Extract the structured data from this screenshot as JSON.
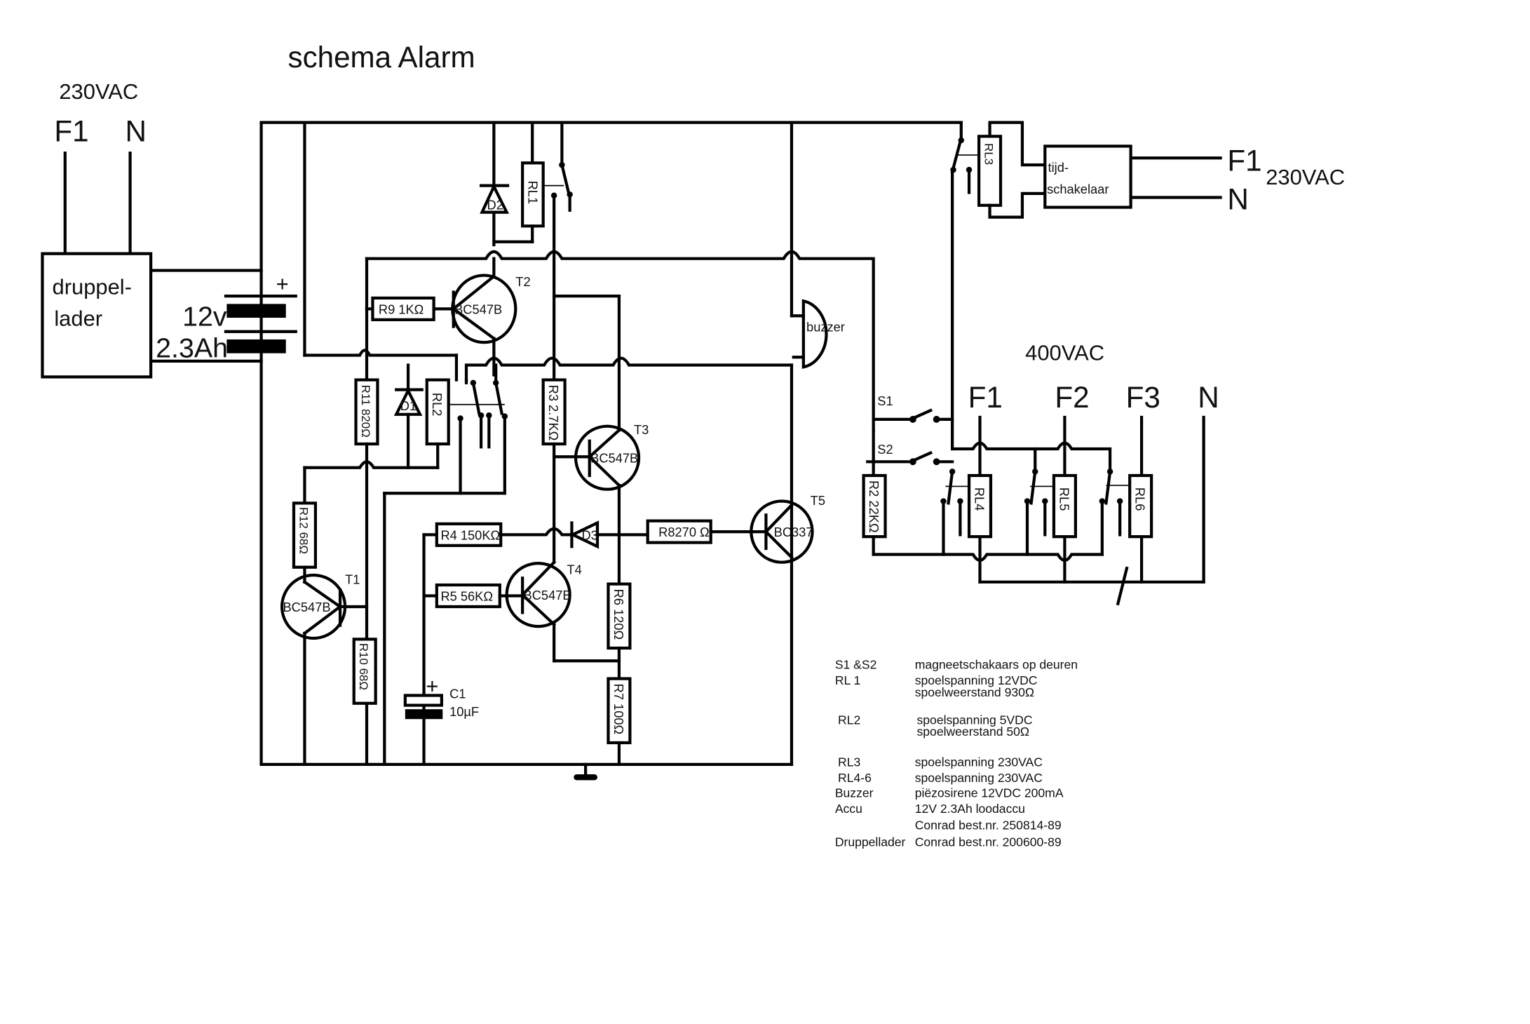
{
  "title": "schema Alarm",
  "mains_left": {
    "voltage": "230VAC",
    "phase": "F1",
    "neutral": "N"
  },
  "charger": {
    "line1": "druppel-",
    "line2": "lader"
  },
  "battery": {
    "voltage": "12v",
    "capacity": "2.3Ah",
    "plus": "+"
  },
  "components": {
    "T1": {
      "ref": "T1",
      "type": "BC547B"
    },
    "T2": {
      "ref": "T2",
      "type": "BC547B"
    },
    "T3": {
      "ref": "T3",
      "type": "BC547B"
    },
    "T4": {
      "ref": "T4",
      "type": "BC547B"
    },
    "T5": {
      "ref": "T5",
      "type": "BC337"
    },
    "D1": "D1",
    "D2": "D2",
    "D3": "D3",
    "R2": "R2 22KΩ",
    "R3": "R3 2.7KΩ",
    "R4": "R4 150KΩ",
    "R5": "R5 56KΩ",
    "R6": "R6 120Ω",
    "R7": "R7 100Ω",
    "R8": "R8270 Ω",
    "R9": "R9 1KΩ",
    "R10": "R10 68Ω",
    "R11": "R11 820Ω",
    "R12": "R12 68Ω",
    "RL1": "RL1",
    "RL2": "RL2",
    "RL3": "RL3",
    "RL4": "RL4",
    "RL5": "RL5",
    "RL6": "RL6",
    "C1": {
      "ref": "C1",
      "value": "10µF",
      "plus": "+"
    },
    "buzzer": "buzzer",
    "S1": "S1",
    "S2": "S2"
  },
  "timer": {
    "line1": "tijd-",
    "line2": "schakelaar"
  },
  "mains_right": {
    "phase": "F1",
    "neutral": "N",
    "voltage": "230VAC"
  },
  "three_phase": {
    "voltage": "400VAC",
    "phases": [
      "F1",
      "F2",
      "F3",
      "N"
    ]
  },
  "legend": [
    {
      "key": "S1 &S2",
      "lines": [
        "magneetschakaars op deuren"
      ]
    },
    {
      "key": "RL 1",
      "lines": [
        "spoelspanning 12VDC",
        "spoelweerstand 930Ω"
      ]
    },
    {
      "key": "RL2",
      "lines": [
        "spoelspanning  5VDC",
        "spoelweerstand 50Ω"
      ]
    },
    {
      "key": "RL3",
      "lines": [
        "spoelspanning  230VAC"
      ]
    },
    {
      "key": "RL4-6",
      "lines": [
        "spoelspanning  230VAC"
      ]
    },
    {
      "key": "Buzzer",
      "lines": [
        "piëzosirene 12VDC 200mA"
      ]
    },
    {
      "key": "Accu",
      "lines": [
        "12V 2.3Ah loodaccu",
        "Conrad best.nr. 250814-89"
      ]
    },
    {
      "key": "Druppellader",
      "lines": [
        "Conrad best.nr. 200600-89"
      ]
    }
  ]
}
